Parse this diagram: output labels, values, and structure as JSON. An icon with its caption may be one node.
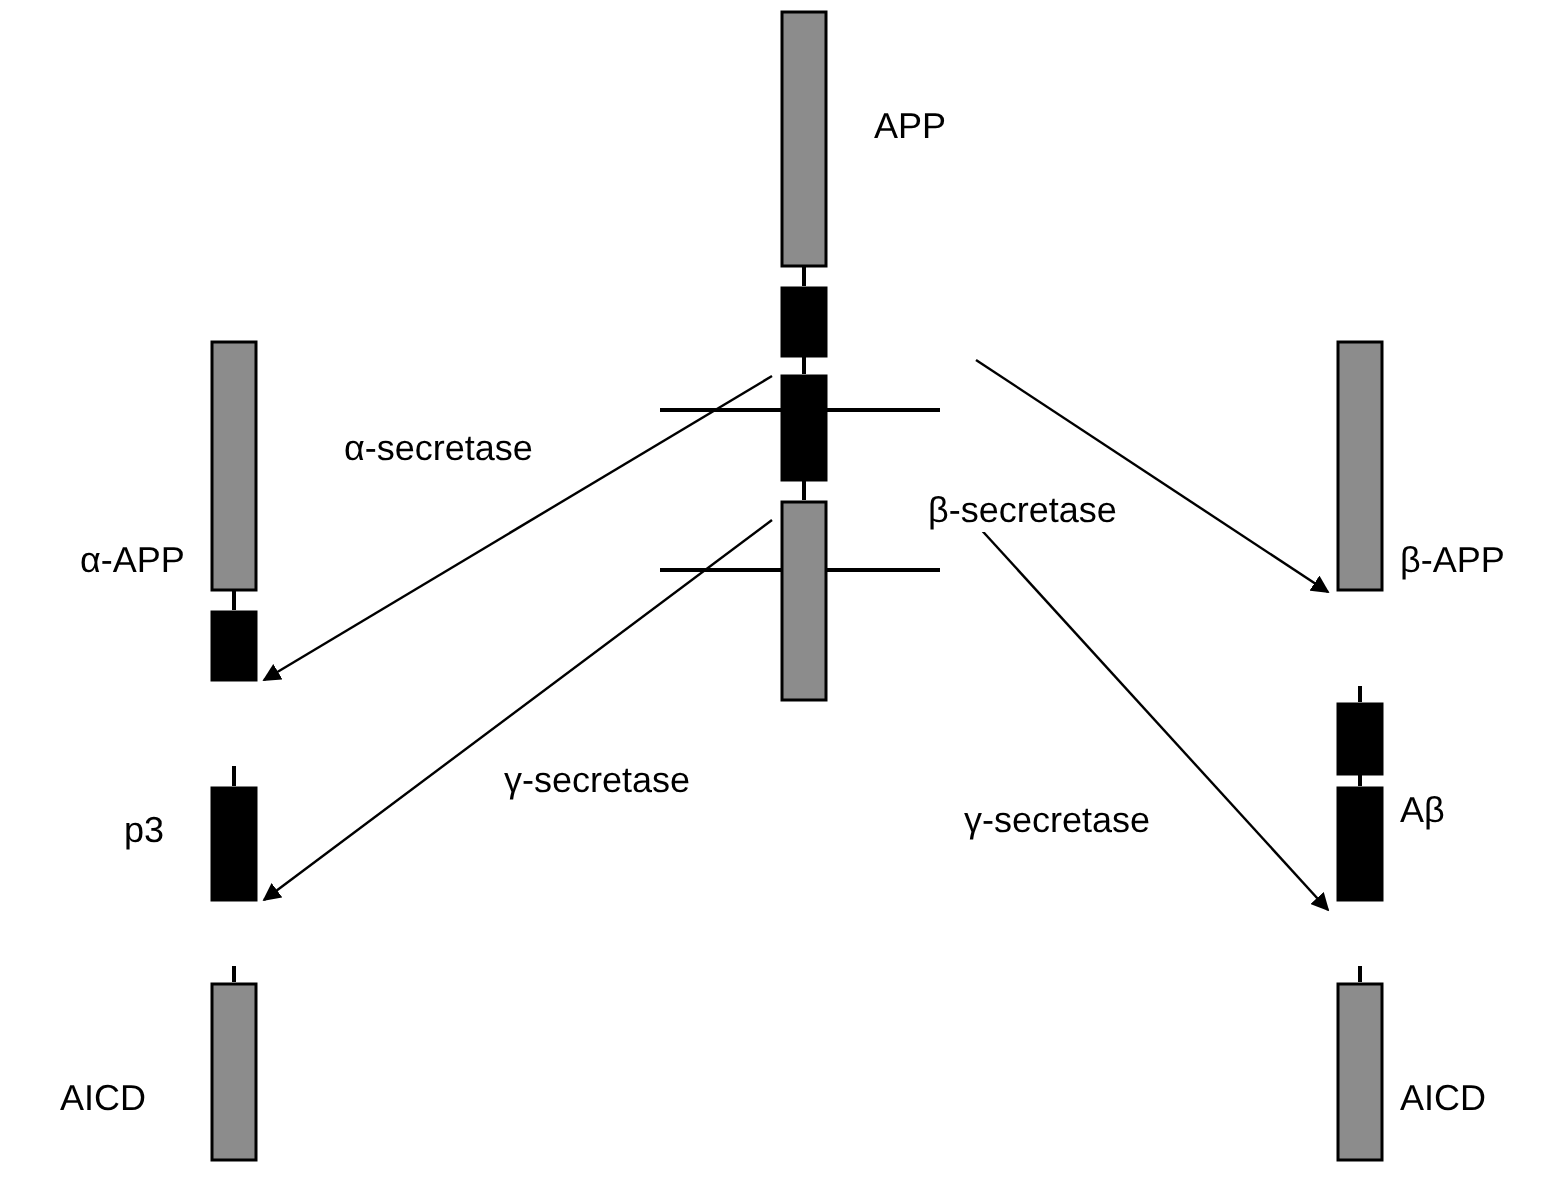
{
  "diagram": {
    "nodes": [
      {
        "text": [
          "APP"
        ]
      },
      {
        "text": [
          "α-APP"
        ]
      },
      {
        "text": [
          "p3"
        ]
      },
      {
        "text": [
          "AICD"
        ]
      },
      {
        "text": [
          "β-APP"
        ]
      },
      {
        "text": [
          "Aβ"
        ]
      },
      {
        "text": [
          "AICD"
        ]
      }
    ],
    "edges": [
      {
        "from": 0,
        "to": 1,
        "arrow": "to",
        "label": "α-secretase"
      },
      {
        "from": 0,
        "to": 2,
        "arrow": "to",
        "label": "γ-secretase"
      },
      {
        "from": 0,
        "to": 4,
        "arrow": "to",
        "label": "β-secretase"
      },
      {
        "from": 0,
        "to": 5,
        "arrow": "to",
        "label": "γ-secretase"
      }
    ]
  }
}
